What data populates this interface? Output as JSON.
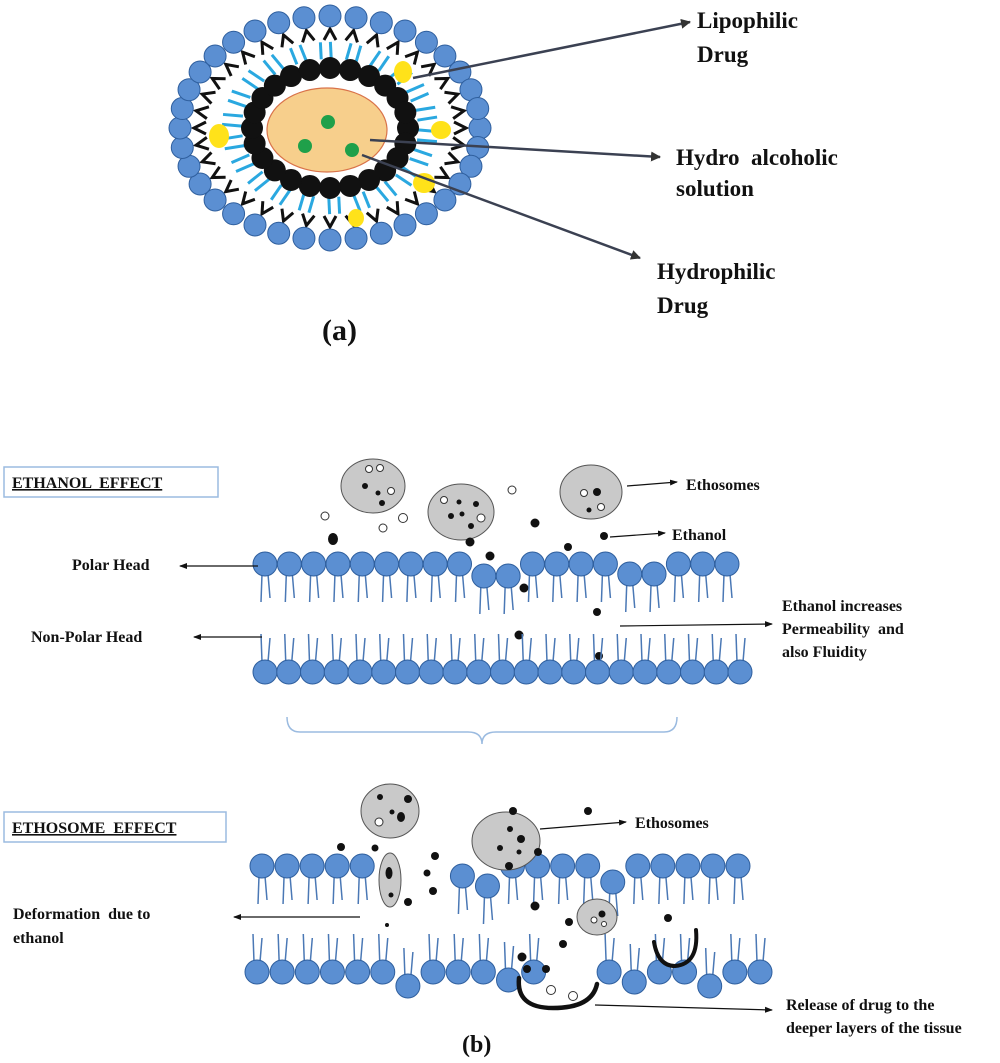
{
  "panel_a": {
    "label": "(a)",
    "callouts": {
      "lipophilic_line1": "Lipophilic",
      "lipophilic_line2": "Drug",
      "hydro_line1": "Hydro  alcoholic",
      "hydro_line2": "solution",
      "hydrophilic_line1": "Hydrophilic",
      "hydrophilic_line2": "Drug"
    }
  },
  "panel_b": {
    "label": "(b)",
    "ethanol_effect": {
      "title": "ETHANOL  EFFECT",
      "ethosomes": "Ethosomes",
      "ethanol": "Ethanol",
      "polar_head": "Polar Head",
      "non_polar_head": "Non-Polar Head",
      "increase_line1": "Ethanol increases",
      "increase_line2": "Permeability  and",
      "increase_line3": "also Fluidity"
    },
    "ethosome_effect": {
      "title": "ETHOSOME  EFFECT",
      "ethosomes": "Ethosomes",
      "deformation_line1": "Deformation  due to",
      "deformation_line2": "ethanol",
      "release_line1": "Release of drug to the",
      "release_line2": "deeper layers of the tissue"
    }
  },
  "colors": {
    "lipid_head": "#5b8fd2",
    "lipid_head_stroke": "#2f5f9e",
    "tail": "#4a78b5",
    "inner_core": "#f7cf8c",
    "hydrophilic_drug": "#1fa04a",
    "lipophilic_drug": "#ffe21a",
    "inner_tail": "#2aa8e0",
    "ethosome_fill": "#c9c9c9"
  }
}
